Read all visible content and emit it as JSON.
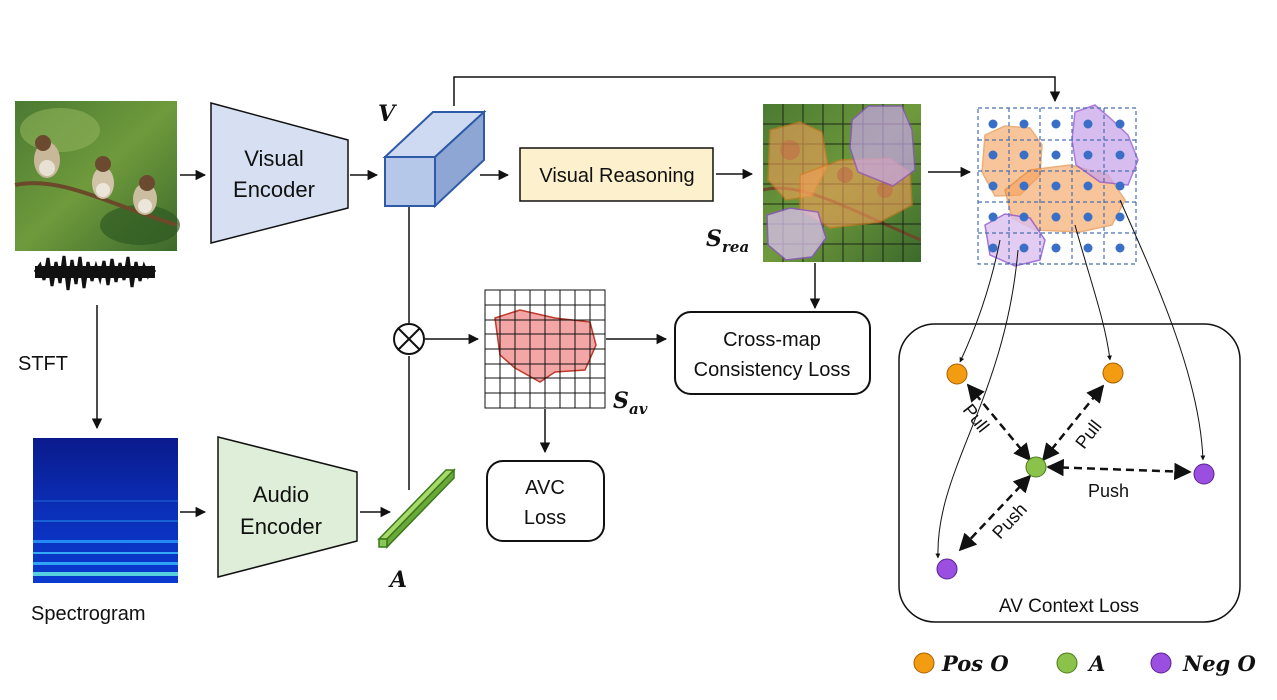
{
  "input": {
    "stft_label": "STFT",
    "spectrogram_label": "Spectrogram"
  },
  "encoders": {
    "visual": [
      "Visual",
      "Encoder"
    ],
    "audio": [
      "Audio",
      "Encoder"
    ]
  },
  "features": {
    "visual_symbol": "V",
    "audio_symbol": "A"
  },
  "visual_reasoning": {
    "label": "Visual Reasoning"
  },
  "maps": {
    "reasoning_map_base": "S",
    "reasoning_map_sub": "rea",
    "av_map_base": "S",
    "av_map_sub": "av"
  },
  "losses": {
    "cross_map": [
      "Cross-map",
      "Consistency Loss"
    ],
    "avc": [
      "AVC",
      "Loss"
    ],
    "av_context": "AV Context Loss"
  },
  "context_edges": {
    "pull_left": "Pull",
    "pull_right": "Pull",
    "push_right": "Push",
    "push_bottom": "Push"
  },
  "legend": [
    {
      "label": "Pos O",
      "color": "#f39c12"
    },
    {
      "label": "A",
      "color": "#8bc34a"
    },
    {
      "label": "Neg O",
      "color": "#9b4fe0"
    }
  ],
  "colors": {
    "visual_encoder": "#d6e0f2",
    "audio_encoder": "#dfeed8",
    "visual_reasoning": "#fdf0cc",
    "pos_object": "#f39c12",
    "anchor_audio": "#8bc34a",
    "neg_object": "#9b4fe0",
    "av_region": "#f4a5a5"
  }
}
